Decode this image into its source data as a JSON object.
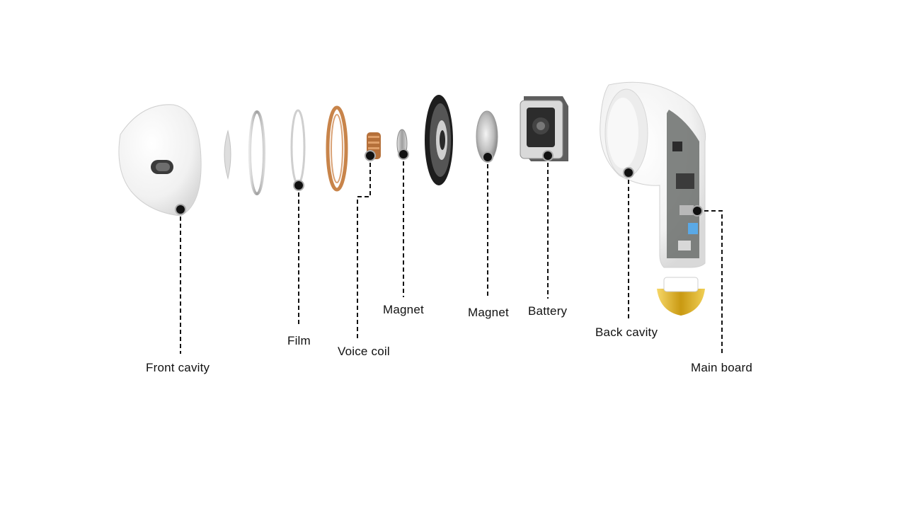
{
  "diagram": {
    "components": [
      {
        "id": "front-cavity",
        "label": "Front cavity"
      },
      {
        "id": "film",
        "label": "Film"
      },
      {
        "id": "voice-coil",
        "label": "Voice coil"
      },
      {
        "id": "magnet-1",
        "label": "Magnet"
      },
      {
        "id": "magnet-2",
        "label": "Magnet"
      },
      {
        "id": "battery",
        "label": "Battery"
      },
      {
        "id": "back-cavity",
        "label": "Back cavity"
      },
      {
        "id": "main-board",
        "label": "Main board"
      }
    ]
  },
  "colors": {
    "background": "#ffffff",
    "leader": "#111111",
    "plastic": "#f2f2f2",
    "copper": "#c8844a",
    "metal": "#9a9a9a",
    "gold": "#d4a91c",
    "pcb": "#2f3a36",
    "accent_blue": "#5aa9e6"
  }
}
